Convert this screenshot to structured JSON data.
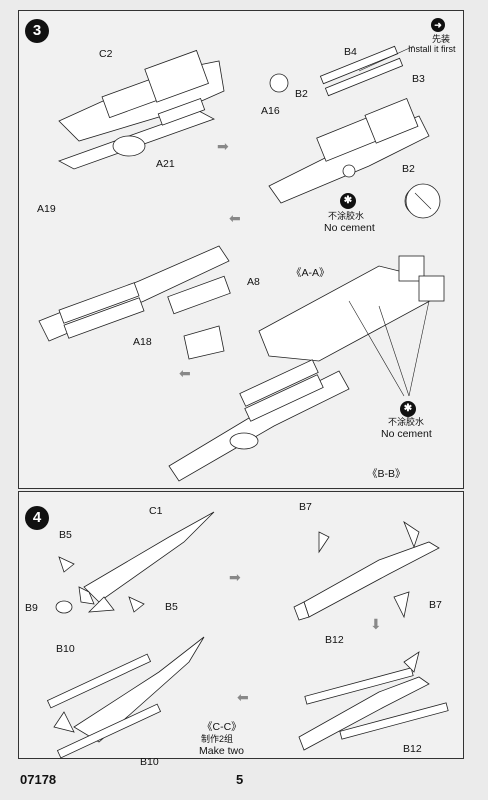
{
  "step3": {
    "number": "3",
    "labels": {
      "c2": "C2",
      "a21": "A21",
      "b4": "B4",
      "b3": "B3",
      "b2_top": "B2",
      "a16": "A16",
      "b2_right": "B2",
      "a19": "A19",
      "a8": "A8",
      "a18": "A18",
      "aa": "《A-A》",
      "bb": "《B-B》"
    },
    "install_first_cn": "先装",
    "install_first_en": "Install it first",
    "no_cement_cn": "不涂胶水",
    "no_cement_en": "No cement"
  },
  "step4": {
    "number": "4",
    "labels": {
      "c1": "C1",
      "b5_top": "B5",
      "b9": "B9",
      "b5_bottom": "B5",
      "b7_top": "B7",
      "b7_right": "B7",
      "b10_top": "B10",
      "b10_bottom": "B10",
      "b12_top": "B12",
      "b12_bottom": "B12",
      "cc": "《C-C》",
      "make_two_cn": "制作2组",
      "make_two_en": "Make two"
    }
  },
  "footer": {
    "kit_number": "07178",
    "page_number": "5"
  }
}
